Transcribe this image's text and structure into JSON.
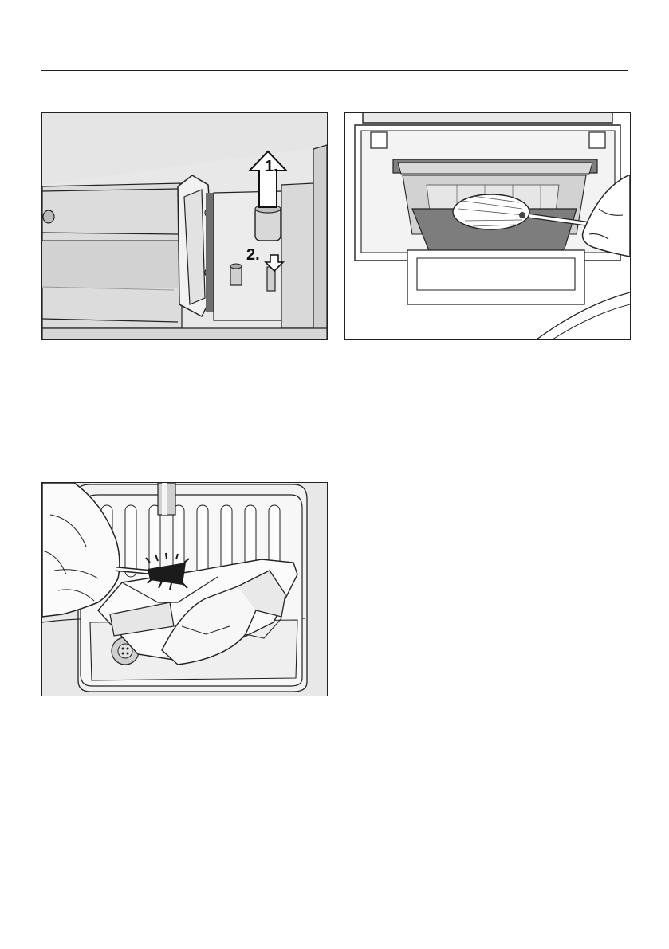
{
  "figures": [
    {
      "id": "fig1",
      "step_labels": [
        "1.",
        "2."
      ],
      "icons": [
        "arrow-up-icon",
        "arrow-down-icon"
      ]
    },
    {
      "id": "fig2",
      "icons": [
        "cleaning-brush-icon",
        "hand-icon"
      ]
    },
    {
      "id": "fig3",
      "icons": [
        "hand-icon",
        "brush-icon",
        "faucet-icon",
        "sink-drain-icon"
      ]
    }
  ],
  "colors": {
    "line": "#222222",
    "shade_light": "#e9e9e9",
    "shade_mid": "#cfcfcf",
    "shade_dark": "#7a7a7a"
  }
}
